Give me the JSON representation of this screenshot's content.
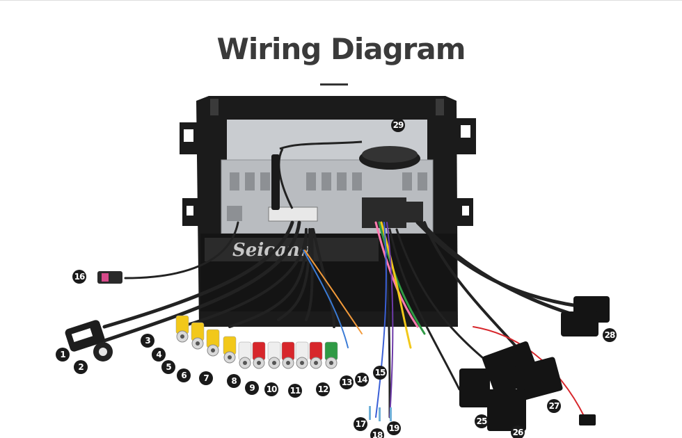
{
  "title": "Wiring Diagram",
  "watermark": "Seicane",
  "callouts": [
    {
      "label": "1"
    },
    {
      "label": "2"
    },
    {
      "label": "3"
    },
    {
      "label": "4"
    },
    {
      "label": "5"
    },
    {
      "label": "6"
    },
    {
      "label": "7"
    },
    {
      "label": "8"
    },
    {
      "label": "9"
    },
    {
      "label": "10"
    },
    {
      "label": "11"
    },
    {
      "label": "12"
    },
    {
      "label": "13"
    },
    {
      "label": "14"
    },
    {
      "label": "15"
    },
    {
      "label": "16"
    },
    {
      "label": "17"
    },
    {
      "label": "18"
    },
    {
      "label": "19"
    },
    {
      "label": "25"
    },
    {
      "label": "26"
    },
    {
      "label": "27"
    },
    {
      "label": "28"
    },
    {
      "label": "29"
    }
  ],
  "colors": {
    "title": "#3a3a3a",
    "frame": "#1b1b1b",
    "chassis": "#b9bcc0",
    "rca_yellow": "#f2c81a",
    "rca_red": "#d7262b",
    "rca_white": "#eeeeee",
    "rca_green": "#2f9a45",
    "cable": "#222222",
    "callout": "#1a1a1a"
  }
}
